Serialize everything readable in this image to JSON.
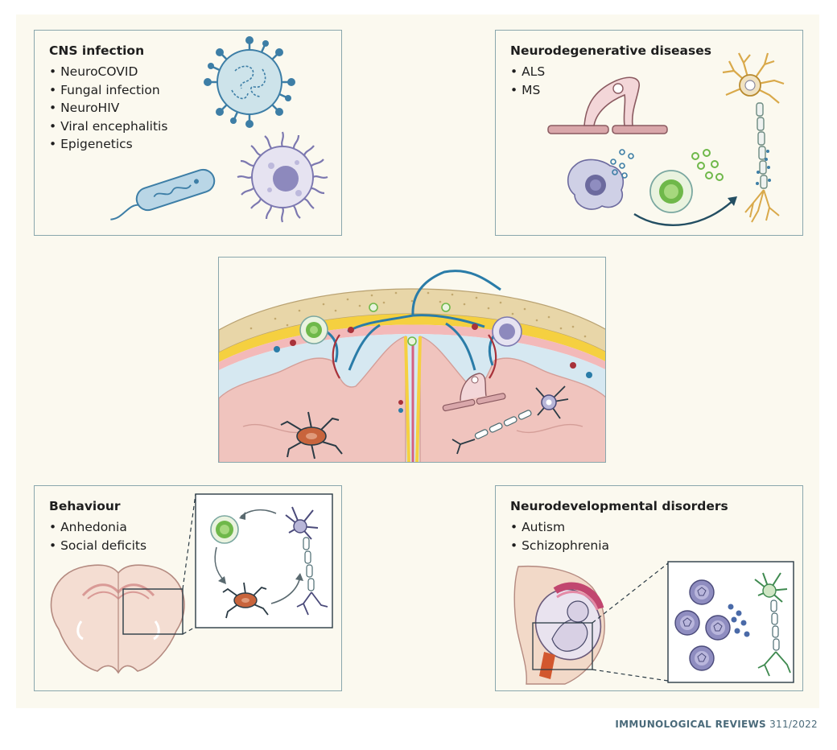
{
  "panels": {
    "cns": {
      "title": "CNS infection",
      "items": [
        "NeuroCOVID",
        "Fungal infection",
        "NeuroHIV",
        "Viral encephalitis",
        "Epigenetics"
      ]
    },
    "neurodegenerative": {
      "title": "Neurodegenerative diseases",
      "items": [
        "ALS",
        "MS"
      ]
    },
    "behaviour": {
      "title": "Behaviour",
      "items": [
        "Anhedonia",
        "Social deficits"
      ]
    },
    "neurodevelopmental": {
      "title": "Neurodevelopmental disorders",
      "items": [
        "Autism",
        "Schizophrenia"
      ]
    }
  },
  "footer": {
    "journal": "IMMUNOLOGICAL REVIEWS",
    "issue": "311/2022"
  },
  "colors": {
    "border": "#8aa7ad",
    "background": "#fbf9ef",
    "virus": "#3d7ea6",
    "skull": "#e8d6a8",
    "brain": "#f0c4be",
    "meninges_yellow": "#f5d040",
    "vessel_blue": "#2a7ca8",
    "microglia": "#c8643c",
    "green_cell": "#6fb84a",
    "purple_cell": "#7c78b0"
  }
}
